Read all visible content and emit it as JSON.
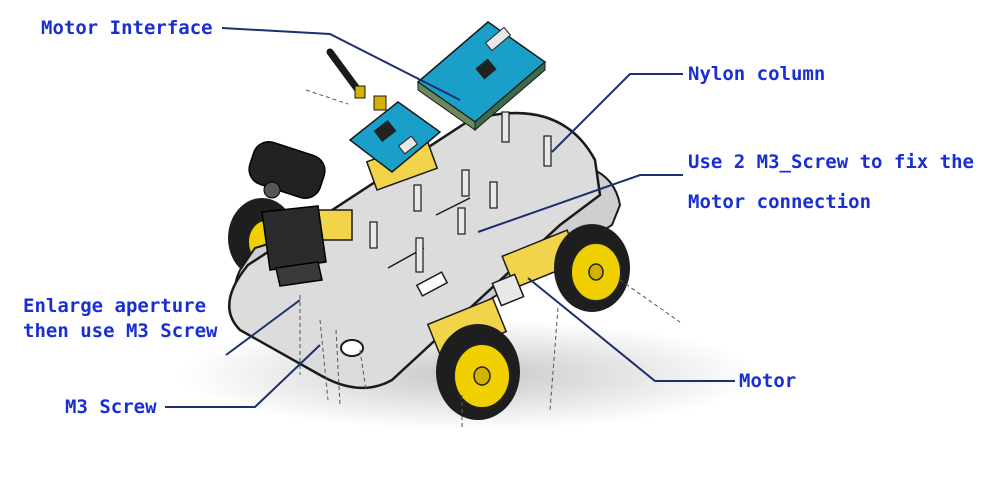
{
  "labels": {
    "motor_interface": "Motor Interface",
    "nylon_column": "Nylon column",
    "fix_line1": "Use 2 M3_Screw to fix the",
    "fix_line2": "Motor connection",
    "enlarge_line1": "Enlarge aperture",
    "enlarge_line2": "then use M3 Screw",
    "m3_screw": "M3 Screw",
    "motor": "Motor"
  },
  "colors": {
    "label_text": "#1a2fd0",
    "leader_line": "#1c2f6e",
    "chassis_plate": "#d9d9d9",
    "chassis_edge": "#1a1a1a",
    "wheel_tire": "#1e1e1e",
    "wheel_hub": "#f0d000",
    "motor_body": "#f2d44a",
    "board_pcb": "#1aa0c8",
    "camera_body": "#222222"
  }
}
